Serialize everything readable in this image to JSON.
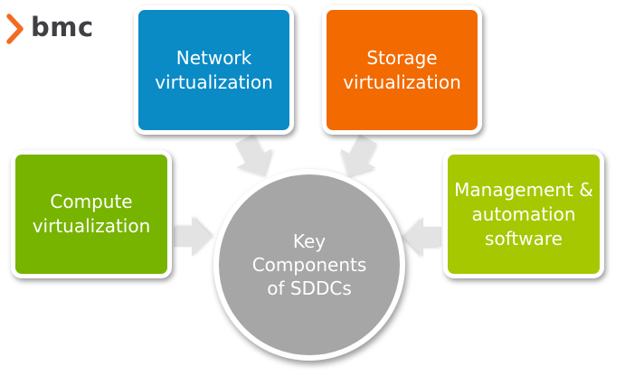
{
  "logo": {
    "text": "bmc",
    "icon": "bmc-chevron-logo-icon",
    "color": "#f26b21"
  },
  "hub": {
    "lines": [
      "Key",
      "Components",
      "of SDDCs"
    ],
    "color": "#a6a6a6"
  },
  "components": {
    "network": {
      "lines": [
        "Network",
        "virtualization"
      ],
      "color": "#0a8bc6"
    },
    "storage": {
      "lines": [
        "Storage",
        "virtualization"
      ],
      "color": "#f26a00"
    },
    "compute": {
      "lines": [
        "Compute",
        "virtualization"
      ],
      "color": "#76b400"
    },
    "management": {
      "lines": [
        "Management &",
        "automation",
        "software"
      ],
      "color": "#a5c800"
    }
  },
  "arrow_color": "#e3e3e3"
}
